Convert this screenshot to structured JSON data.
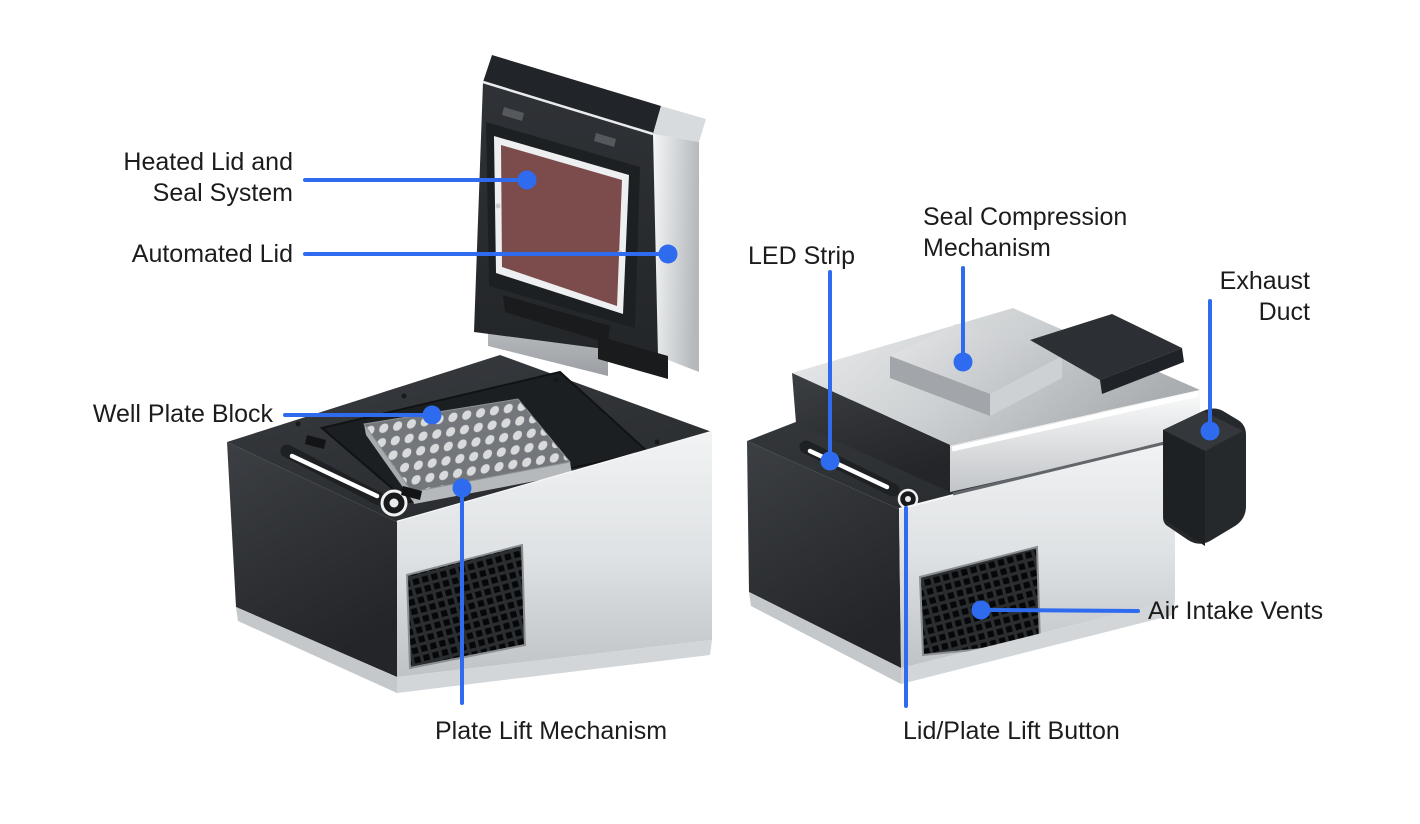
{
  "labels": {
    "heated_lid_seal": {
      "line1": "Heated Lid and",
      "line2": "Seal System"
    },
    "automated_lid": "Automated Lid",
    "well_plate_block": "Well Plate Block",
    "plate_lift_mechanism": "Plate Lift Mechanism",
    "led_strip": "LED Strip",
    "seal_compression": {
      "line1": "Seal Compression",
      "line2": "Mechanism"
    },
    "exhaust_duct": {
      "line1": "Exhaust",
      "line2": "Duct"
    },
    "air_intake_vents": "Air Intake Vents",
    "lid_plate_lift_button": "Lid/Plate Lift Button"
  },
  "colors": {
    "leader_blue": "#2E6BEF",
    "text": "#1C1C1E",
    "body_dark": "#303338",
    "body_silver": "#D6D9DB",
    "seal_maroon": "#7C4B4B",
    "led_strip_white": "#FFFFFF"
  }
}
